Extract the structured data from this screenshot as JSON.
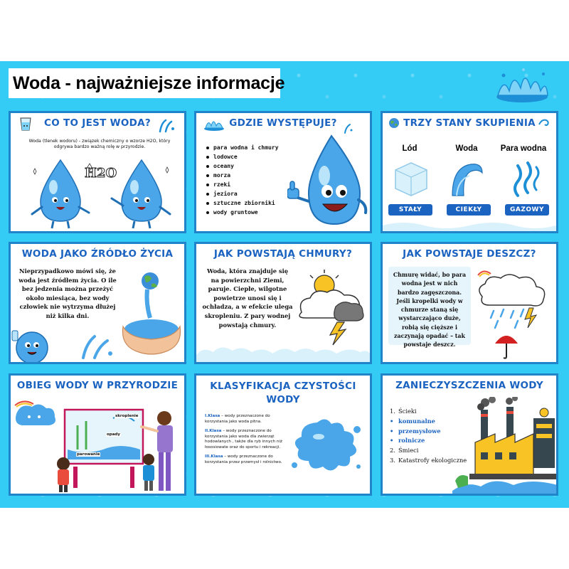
{
  "header": {
    "title": "Woda - najważniejsze informacje"
  },
  "colors": {
    "background": "#34cbf4",
    "card_border": "#1f84c9",
    "heading_blue": "#1b63c1",
    "drop_blue": "#4aa6e8"
  },
  "cards": {
    "what_is_water": {
      "title": "CO TO JEST WODA?",
      "text": "Woda (tlenek wodoru) - związek chemiczny o wzorze H2O, który odgrywa bardzo ważną rolę w przyrodzie.",
      "formula": "H2O"
    },
    "where": {
      "title": "GDZIE WYSTĘPUJE?",
      "items": [
        "para wodna i chmury",
        "lodowce",
        "oceany",
        "morza",
        "rzeki",
        "jeziora",
        "sztuczne zbiorniki",
        "wody gruntowe"
      ]
    },
    "states": {
      "title": "TRZY STANY SKUPIENIA",
      "labels": [
        "Lód",
        "Woda",
        "Para wodna"
      ],
      "tags": [
        "STAŁY",
        "CIEKŁY",
        "GAZOWY"
      ]
    },
    "life_source": {
      "title": "WODA JAKO ŹRÓDŁO ŻYCIA",
      "text": "Nieprzypadkowo mówi się, że woda jest źródłem życia. O ile bez jedzenia można przeżyć około miesiąca, bez wody człowiek nie wytrzyma dłużej niż kilka dni."
    },
    "clouds": {
      "title": "JAK POWSTAJĄ CHMURY?",
      "text": "Woda, która znajduje się na powierzchni Ziemi, paruje. Ciepłe, wilgotne powietrze unosi się i ochładza, a w efekcie ulega skropleniu. Z pary wodnej powstają chmury."
    },
    "rain": {
      "title": "JAK POWSTAJE DESZCZ?",
      "text": "Chmurę widać, bo para wodna jest w nich bardzo zagęszczona. Jeśli kropelki wody w chmurze staną się wystarczająco duże, robią się cięższe i zaczynają opadać – tak powstaje deszcz."
    },
    "cycle": {
      "title": "OBIEG WODY W PRZYRODZIE",
      "labels": [
        "skroplenie",
        "opady",
        "parowanie"
      ]
    },
    "purity": {
      "title": "KLASYFIKACJA CZYSTOŚCI WODY",
      "classes": [
        {
          "label": "I.Klasa",
          "text": " – wody przeznaczone do korzystania jako woda pitna."
        },
        {
          "label": "II.Klasa",
          "text": " – wody przeznaczone do korzystania jako woda dla zwierząt hodowlanych , także dla ryb innych niż łososiowate oraz do sportu i rekreacji."
        },
        {
          "label": "III.Klasa",
          "text": " – wody przeznaczone do korzystania przez przemysł i rolnictwo."
        }
      ]
    },
    "pollution": {
      "title": "ZANIECZYSZCZENIA WODY",
      "items": [
        {
          "marker": "1.",
          "text": "Ścieki"
        },
        {
          "marker": "•",
          "text": "komunalne"
        },
        {
          "marker": "•",
          "text": "przemysłowe"
        },
        {
          "marker": "•",
          "text": "rolnicze"
        },
        {
          "marker": "2.",
          "text": "Śmieci"
        },
        {
          "marker": "3.",
          "text": "Katastrofy ekologiczne"
        }
      ]
    }
  }
}
